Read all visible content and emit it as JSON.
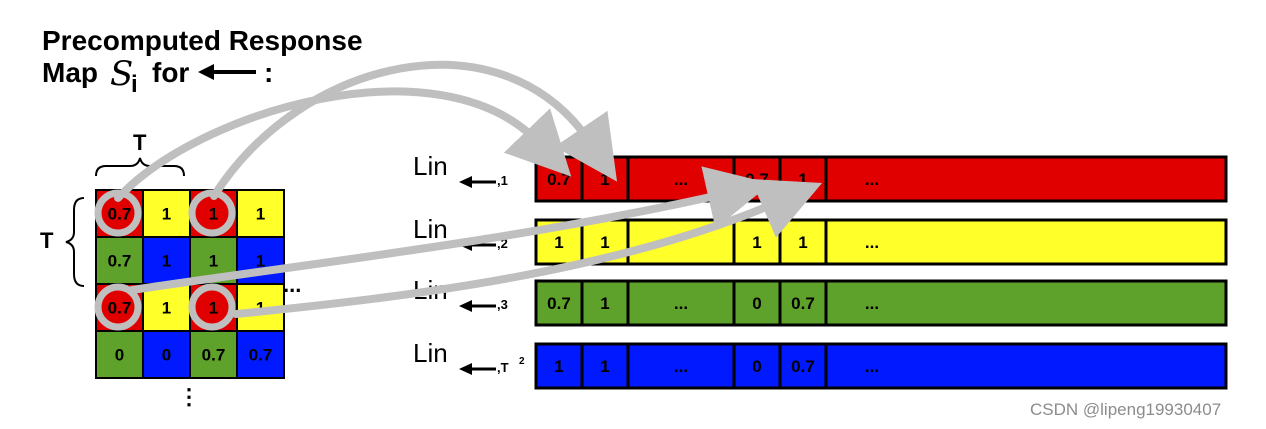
{
  "title": {
    "line1": "Precomputed Response",
    "line2_prefix": "Map",
    "symbol": "S",
    "subscript": "i",
    "line2_suffix": "for",
    "colon": ":"
  },
  "labels": {
    "t_top": "T",
    "t_left": "T",
    "ellipsis_right": "...",
    "ellipsis_below": "⋮"
  },
  "colors": {
    "red": "#e00000",
    "yellow": "#ffff2a",
    "green": "#5fa22b",
    "blue": "#0019ff",
    "arrow_gray": "#bfbfbf"
  },
  "grid": {
    "rows": [
      [
        {
          "v": "0.7",
          "c": "red"
        },
        {
          "v": "1",
          "c": "yellow"
        },
        {
          "v": "1",
          "c": "red"
        },
        {
          "v": "1",
          "c": "yellow"
        }
      ],
      [
        {
          "v": "0.7",
          "c": "green"
        },
        {
          "v": "1",
          "c": "blue"
        },
        {
          "v": "1",
          "c": "green"
        },
        {
          "v": "1",
          "c": "blue"
        }
      ],
      [
        {
          "v": "0.7",
          "c": "red"
        },
        {
          "v": "1",
          "c": "yellow"
        },
        {
          "v": "1",
          "c": "red"
        },
        {
          "v": "1",
          "c": "yellow"
        }
      ],
      [
        {
          "v": "0",
          "c": "green"
        },
        {
          "v": "0",
          "c": "blue"
        },
        {
          "v": "0.7",
          "c": "green"
        },
        {
          "v": "0.7",
          "c": "blue"
        }
      ]
    ]
  },
  "lin": [
    {
      "label": "Lin",
      "sub": ",1",
      "color": "red",
      "cells": [
        "0.7",
        "1",
        "...",
        "0.7",
        "1",
        "..."
      ]
    },
    {
      "label": "Lin",
      "sub": ",2",
      "color": "yellow",
      "cells": [
        "1",
        "1",
        "",
        "1",
        "1",
        "..."
      ]
    },
    {
      "label": "Lin",
      "sub": ",3",
      "color": "green",
      "cells": [
        "0.7",
        "1",
        "...",
        "0",
        "0.7",
        "..."
      ]
    },
    {
      "label": "Lin",
      "sub": ",T",
      "sup": "2",
      "color": "blue",
      "cells": [
        "1",
        "1",
        "...",
        "0",
        "0.7",
        "..."
      ]
    }
  ],
  "watermark": "CSDN @lipeng19930407"
}
